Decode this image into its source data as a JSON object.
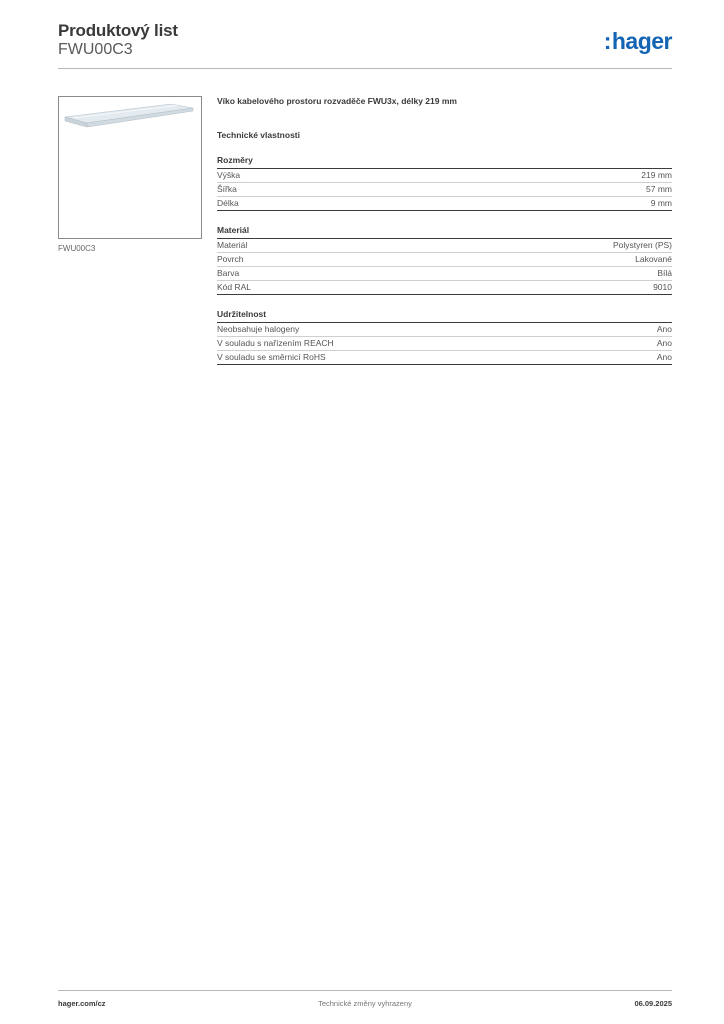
{
  "header": {
    "title": "Produktový list",
    "subtitle": "FWU00C3",
    "logo_text": "hager",
    "logo_color": "#1464b4"
  },
  "product": {
    "image_caption": "FWU00C3",
    "description": "Víko kabelového prostoru rozvaděče FWU3x, délky 219 mm",
    "tech_heading": "Technické vlastnosti"
  },
  "sections": [
    {
      "title": "Rozměry",
      "rows": [
        {
          "label": "Výška",
          "value": "219 mm"
        },
        {
          "label": "Šířka",
          "value": "57 mm"
        },
        {
          "label": "Délka",
          "value": "9 mm"
        }
      ]
    },
    {
      "title": "Materiál",
      "rows": [
        {
          "label": "Materiál",
          "value": "Polystyren (PS)"
        },
        {
          "label": "Povrch",
          "value": "Lakované"
        },
        {
          "label": "Barva",
          "value": "Bílá"
        },
        {
          "label": "Kód RAL",
          "value": "9010"
        }
      ]
    },
    {
      "title": "Udržitelnost",
      "rows": [
        {
          "label": "Neobsahuje halogeny",
          "value": "Ano"
        },
        {
          "label": "V souladu s nařízením REACH",
          "value": "Ano"
        },
        {
          "label": "V souladu se směrnicí RoHS",
          "value": "Ano"
        }
      ]
    }
  ],
  "footer": {
    "website": "hager.com/cz",
    "notice": "Technické změny vyhrazeny",
    "date": "06.09.2025"
  }
}
